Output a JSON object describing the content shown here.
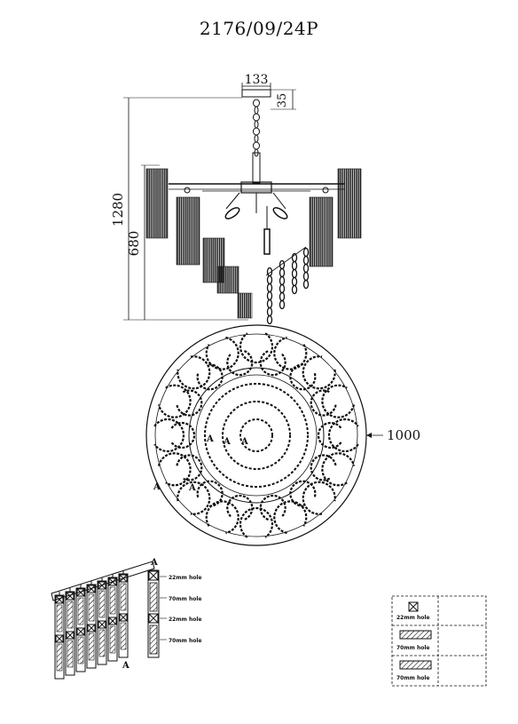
{
  "header": {
    "model": "2176/09/24P"
  },
  "dimensions": {
    "top_width": "133",
    "top_height": "35",
    "total_height": "1280",
    "body_height": "680",
    "diameter": "1000"
  },
  "section_marker": "A",
  "detail_labels": [
    "22mm hole",
    "70mm hole",
    "22mm hole",
    "70mm hole"
  ],
  "legend": {
    "items": [
      {
        "icon": "crossed-square-icon",
        "label": "22mm hole"
      },
      {
        "icon": "hatched-bar-icon",
        "label": "70mm hole"
      },
      {
        "icon": "hatched-bar-icon",
        "label": "70mm hole"
      }
    ]
  }
}
